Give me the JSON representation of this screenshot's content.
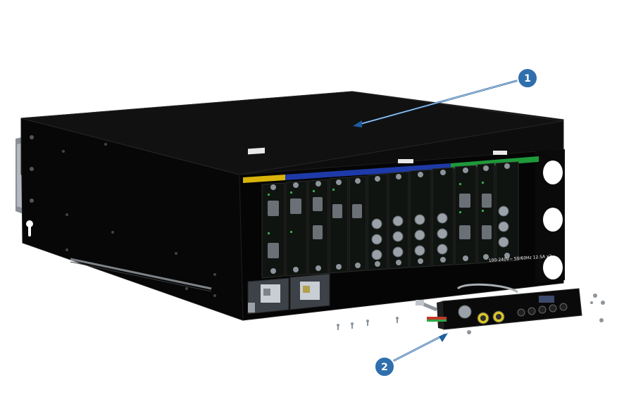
{
  "callouts": [
    {
      "label": "1"
    },
    {
      "label": "2"
    }
  ],
  "power_label": "100-240V~ 50/60Hz 12.5A x2",
  "colors": {
    "chassis": "#0b0b0b",
    "chassis_edge": "#1c1c1c",
    "callout_fill": "#2f6fae",
    "callout_border": "#ffffff",
    "leader": "#1d5fa0",
    "band_yellow": "#d8b30a",
    "band_blue": "#1e3aa8",
    "band_green": "#1e9a3a",
    "ear": "#8a8f96",
    "connector": "#9aa1a8"
  }
}
